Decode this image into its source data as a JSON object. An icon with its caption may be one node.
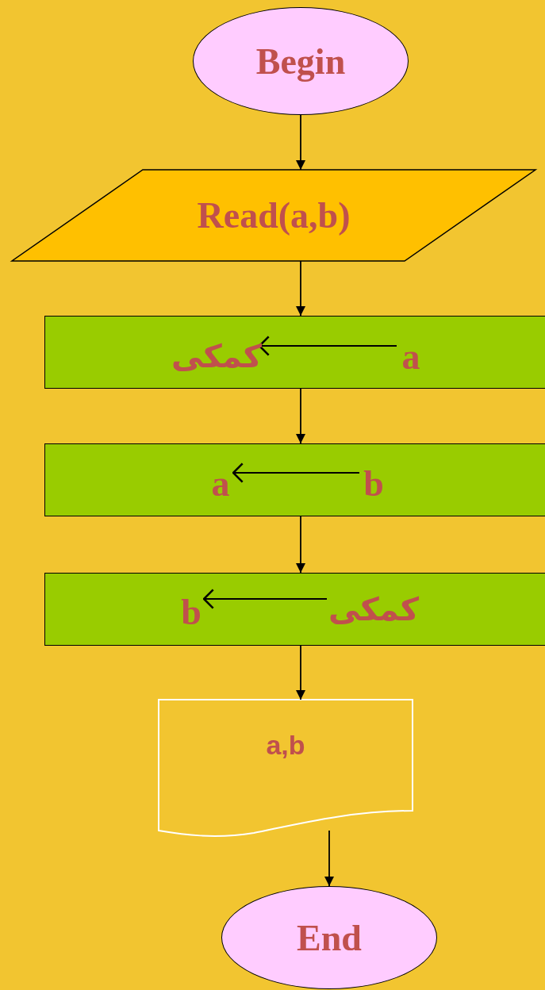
{
  "diagram": {
    "nodes": [
      {
        "text": [
          "Begin"
        ]
      },
      {
        "text": [
          "Read(a,b)"
        ]
      },
      {
        "text": [],
        "shape": "box"
      },
      {
        "text": [
          "کمکی"
        ],
        "in": 2
      },
      {
        "text": [
          "a"
        ],
        "in": 2
      },
      {
        "text": [],
        "shape": "box"
      },
      {
        "text": [
          "a"
        ],
        "in": 5
      },
      {
        "text": [
          "b"
        ],
        "in": 5
      },
      {
        "text": [],
        "shape": "box"
      },
      {
        "text": [
          "b"
        ],
        "in": 8
      },
      {
        "text": [
          "کمکی"
        ],
        "in": 8
      },
      {
        "text": [
          "a,b"
        ]
      },
      {
        "text": [
          "End"
        ]
      }
    ],
    "edges": [
      {
        "from": 0,
        "to": 1,
        "arrow": "to"
      },
      {
        "from": 1,
        "to": 2,
        "arrow": "to"
      },
      {
        "from": 4,
        "to": 3,
        "arrow": "to"
      },
      {
        "from": 2,
        "to": 5,
        "arrow": "to"
      },
      {
        "from": 7,
        "to": 6,
        "arrow": "to"
      },
      {
        "from": 5,
        "to": 8,
        "arrow": "to"
      },
      {
        "from": 10,
        "to": 9,
        "arrow": "to"
      },
      {
        "from": 8,
        "to": 11,
        "arrow": "to"
      },
      {
        "from": 11,
        "to": 12,
        "arrow": "to"
      }
    ]
  }
}
